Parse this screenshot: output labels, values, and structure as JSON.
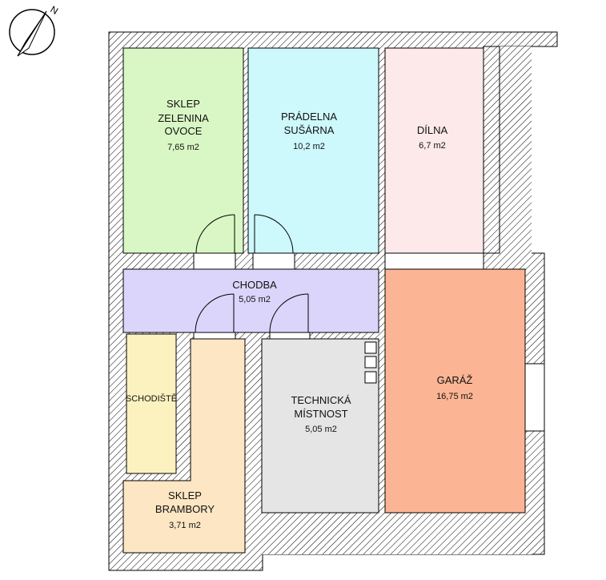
{
  "rooms": {
    "sklep_zelenina": {
      "line1": "SKLEP",
      "line2": "ZELENINA",
      "line3": "OVOCE",
      "area": "7,65 m2",
      "color": "#d9f7c4"
    },
    "pradelna": {
      "line1": "PRÁDELNA",
      "line2": "SUŠÁRNA",
      "area": "10,2 m2",
      "color": "#cdf8fc"
    },
    "dilna": {
      "line1": "DÍLNA",
      "area": "6,7 m2",
      "color": "#fde9ea"
    },
    "chodba": {
      "line1": "CHODBA",
      "area": "5,05 m2",
      "color": "#dcd5fb"
    },
    "schodiste": {
      "line1": "SCHODIŠTĚ",
      "color": "#fbf2bf"
    },
    "technicka": {
      "line1": "TECHNICKÁ",
      "line2": "MÍSTNOST",
      "area": "5,05 m2",
      "color": "#e5e5e5"
    },
    "garaz": {
      "line1": "GARÁŽ",
      "area": "16,75 m2",
      "color": "#fbb594"
    },
    "sklep_brambory": {
      "line1": "SKLEP",
      "line2": "BRAMBORY",
      "area": "3,71 m2",
      "color": "#fde6c3"
    }
  },
  "colors": {
    "wall_hatch": "#000000",
    "wall_fill": "#ffffff",
    "outline": "#000000"
  },
  "compass": {
    "icon": "north-arrow-icon",
    "symbol": "N"
  }
}
